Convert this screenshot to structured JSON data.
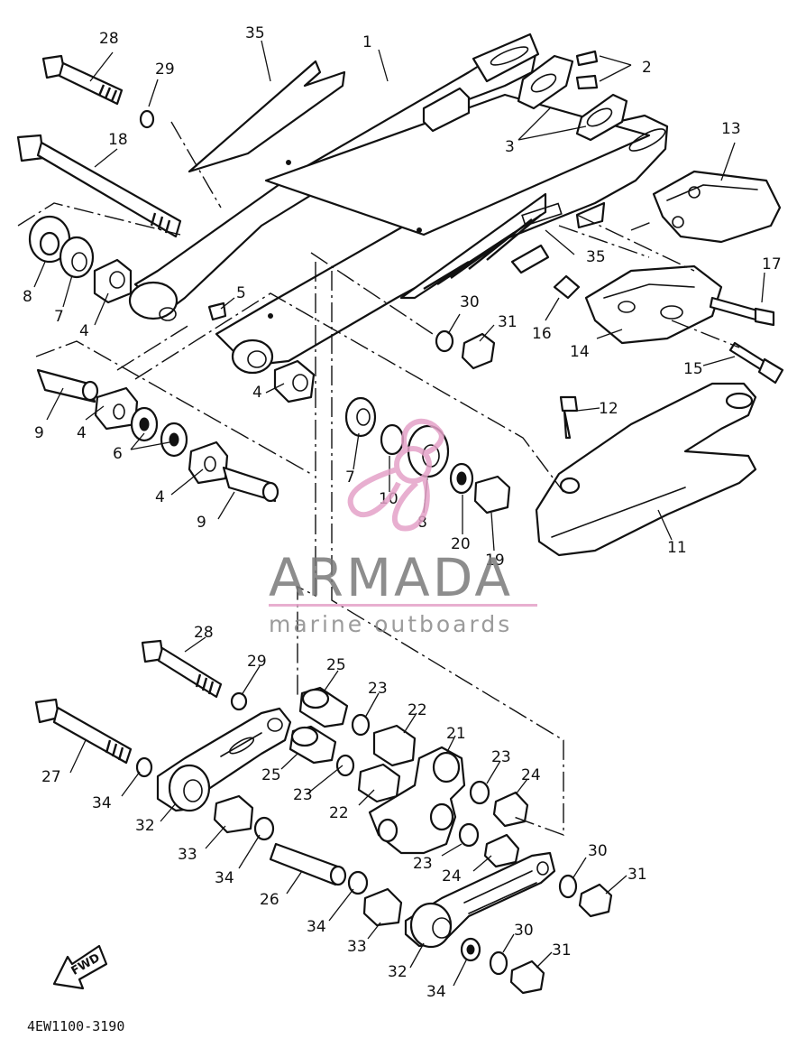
{
  "diagram": {
    "drawing_code": "4EW1100-3190",
    "watermark": {
      "brand": "ARMADA",
      "tagline": "marine outboards",
      "brand_color": "#7a7a7a",
      "logo_color": "#e4a2c8"
    },
    "direction_arrow": "FWD",
    "part_labels": [
      "1",
      "2",
      "3",
      "35",
      "28",
      "29",
      "18",
      "8",
      "7",
      "4",
      "5",
      "13",
      "17",
      "16",
      "14",
      "15",
      "30",
      "31",
      "9",
      "6",
      "10",
      "20",
      "19",
      "12",
      "11",
      "25",
      "23",
      "22",
      "21",
      "24",
      "27",
      "34",
      "32",
      "33",
      "26"
    ]
  }
}
